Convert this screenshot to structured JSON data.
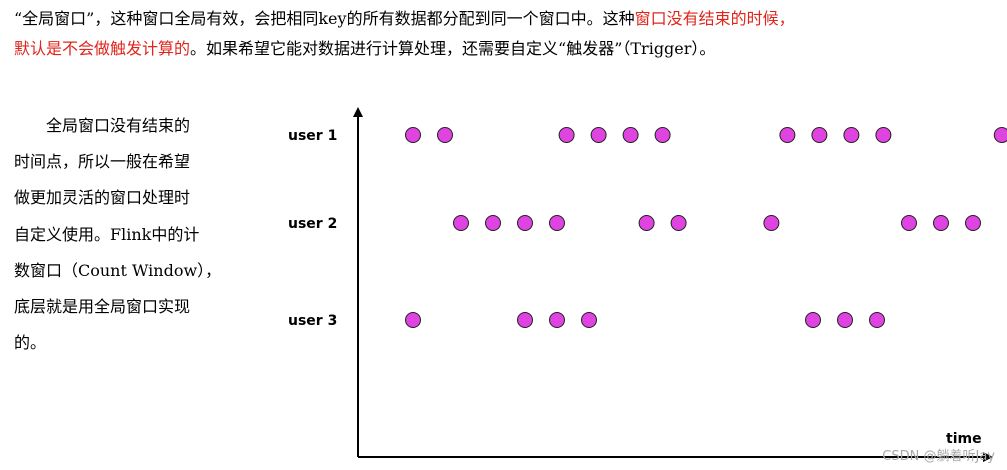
{
  "paragraph": {
    "line1": [
      {
        "text": "“全局窗口”，这种窗口全局有效，会把相同key的所有数据都分配到同一个窗口中。这种",
        "color": "black"
      },
      {
        "text": "窗口没有结束的时候，",
        "color": "red"
      }
    ],
    "line2": [
      {
        "text": "默认是不会做触发计算的",
        "color": "red"
      },
      {
        "text": "。如果希望它能对数据进行计算处理，还需要自定义“触发器”（Trigger）。",
        "color": "black"
      }
    ]
  },
  "side_note": {
    "lines": [
      "　　全局窗口没有结束的",
      "时间点，所以一般在希望",
      "做更加灵活的窗口处理时",
      "自定义使用。Flink中的计",
      "数窗口（Count Window），",
      "底层就是用全局窗口实现",
      "的。"
    ]
  },
  "chart_data": {
    "type": "scatter",
    "xlabel": "time",
    "dot_color": "#e044e0",
    "series": [
      {
        "name": "user 1",
        "x": [
          1,
          2,
          5.8,
          6.8,
          7.8,
          8.8,
          12.7,
          13.7,
          14.7,
          15.7,
          19.4
        ]
      },
      {
        "name": "user 2",
        "x": [
          2.5,
          3.5,
          4.5,
          5.5,
          8.3,
          9.3,
          12.2,
          16.5,
          17.5,
          18.5
        ]
      },
      {
        "name": "user 3",
        "x": [
          1,
          4.5,
          5.5,
          6.5,
          13.5,
          14.5,
          15.5
        ]
      }
    ]
  },
  "watermark": "CSDN @躺着听Jay"
}
